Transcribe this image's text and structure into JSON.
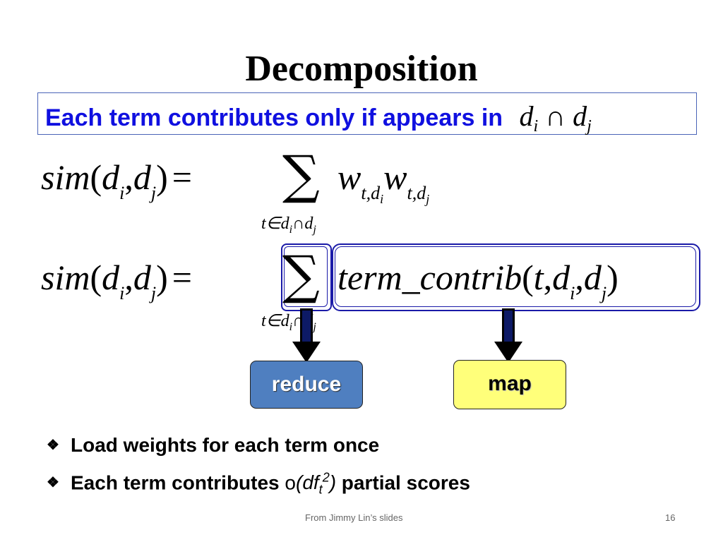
{
  "slide": {
    "title": "Decomposition",
    "callout": {
      "text": "Each term contributes only if appears in",
      "formula": {
        "d": "d",
        "i": "i",
        "cap": "∩",
        "j": "j"
      }
    },
    "eq1": {
      "lhs": {
        "fn": "sim",
        "open": "(",
        "d": "d",
        "i": "i",
        "comma": ",",
        "j": "j",
        "close": ")",
        "eq": "="
      },
      "sum": "∑",
      "sum_limit": "t∈d",
      "sum_limit_i": "i",
      "sum_limit_cap": "∩d",
      "sum_limit_j": "j",
      "w": "w",
      "sub1": "t,d",
      "sub1_i": "i",
      "sub2": "t,d",
      "sub2_j": "j"
    },
    "eq2": {
      "lhs": {
        "fn": "sim",
        "open": "(",
        "d": "d",
        "i": "i",
        "comma": ",",
        "j": "j",
        "close": ")",
        "eq": "="
      },
      "sum": "∑",
      "sum_limit": "t∈d",
      "sum_limit_i": "i",
      "sum_limit_cap": "∩d",
      "sum_limit_j": "j",
      "term": "term_contrib",
      "open": "(",
      "t": "t",
      "comma": ",",
      "d": "d",
      "i": "i",
      "j": "j",
      "close": ")"
    },
    "labels": {
      "reduce": "reduce",
      "map": "map"
    },
    "bullets": [
      {
        "marker": "❖",
        "text": "Load weights for each term once"
      },
      {
        "marker": "❖",
        "text": "Each term contributes ",
        "o": "o",
        "paren_open": "(",
        "df": "df",
        "sub_t": "t",
        "sup_2": "2",
        "paren_close": ")",
        "tail": " partial scores"
      }
    ],
    "footer": "From Jimmy Lin’s slides",
    "page_number": "16",
    "colors": {
      "reduce_bg": "#4f7fc0",
      "map_bg": "#ffff7a",
      "highlight_box": "#1a1aa8",
      "callout_text": "#1010e0"
    }
  }
}
